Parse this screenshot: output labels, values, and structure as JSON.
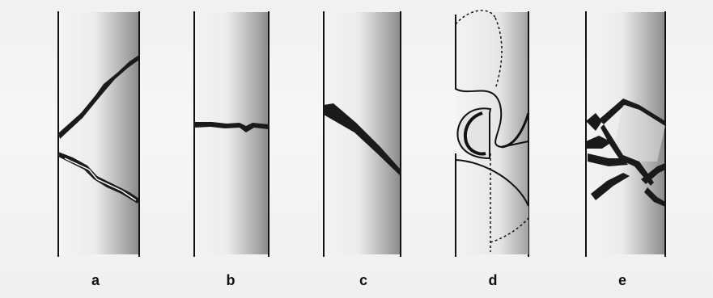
{
  "figure": {
    "panels": [
      {
        "id": "a",
        "label": "a"
      },
      {
        "id": "b",
        "label": "b"
      },
      {
        "id": "c",
        "label": "c"
      },
      {
        "id": "d",
        "label": "d"
      },
      {
        "id": "e",
        "label": "e"
      }
    ]
  }
}
